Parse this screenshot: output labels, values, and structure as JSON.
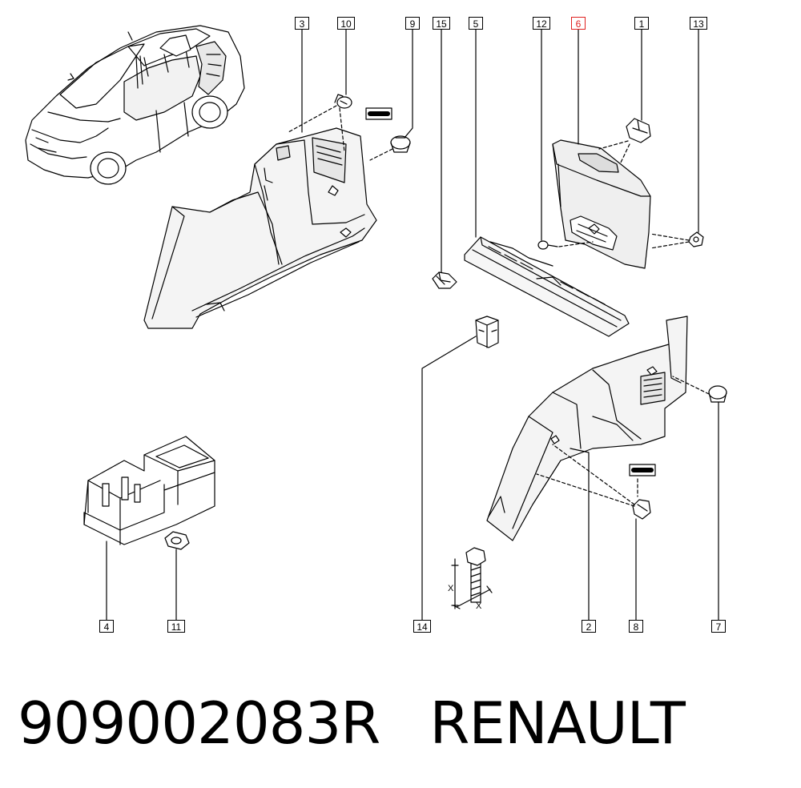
{
  "callouts": {
    "c1": "1",
    "c2": "2",
    "c3": "3",
    "c4": "4",
    "c5": "5",
    "c6": "6",
    "c7": "7",
    "c8": "8",
    "c9": "9",
    "c10": "10",
    "c11": "11",
    "c12": "12",
    "c13": "13",
    "c14": "14",
    "c15": "15"
  },
  "highlighted_callout": "6",
  "dimension_labels": {
    "x_vertical": "X",
    "x_horizontal": "X"
  },
  "footer": {
    "part_number": "909002083R",
    "brand": "RENAULT"
  },
  "colors": {
    "line": "#000000",
    "highlight": "#e0201f",
    "panel_shade": "#e8e8e8"
  }
}
